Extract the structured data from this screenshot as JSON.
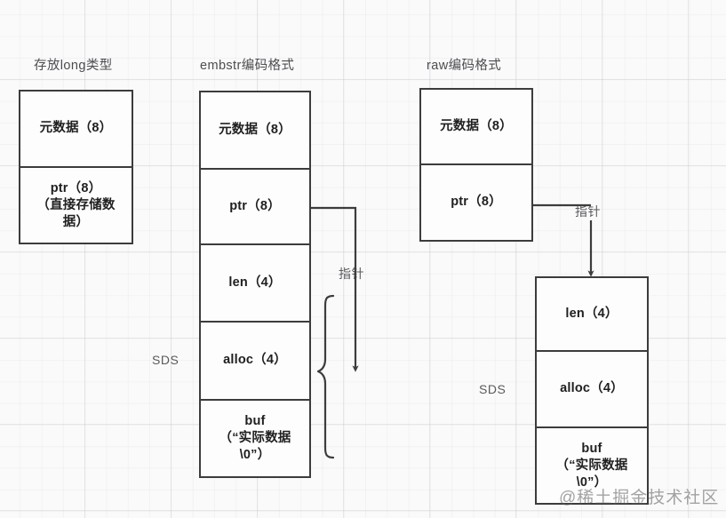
{
  "diagram": {
    "background_color": "#fafafa",
    "line_color": "#3c3c3c",
    "text_color": "#1f1f1f",
    "label_color": "#5a5a5f"
  },
  "columns": [
    {
      "id": "long",
      "title": "存放long类型",
      "boxes": [
        {
          "id": "redis-object",
          "cells": [
            {
              "label": "元数据（8）"
            },
            {
              "label": "ptr（8）",
              "sub": "（直接存储数\n据）"
            }
          ]
        }
      ]
    },
    {
      "id": "embstr",
      "title": "embstr编码格式",
      "pointer_label": "指针",
      "sds_label": "SDS",
      "boxes": [
        {
          "id": "embstr-block",
          "cells": [
            {
              "label": "元数据（8）"
            },
            {
              "label": "ptr（8）"
            },
            {
              "label": "len（4）"
            },
            {
              "label": "alloc（4）"
            },
            {
              "label": "buf",
              "sub": "（“实际数据\n\\0”）"
            }
          ]
        }
      ]
    },
    {
      "id": "raw",
      "title": "raw编码格式",
      "pointer_label": "指针",
      "sds_label": "SDS",
      "boxes": [
        {
          "id": "raw-object",
          "cells": [
            {
              "label": "元数据（8）"
            },
            {
              "label": "ptr（8）"
            }
          ]
        },
        {
          "id": "raw-sds",
          "cells": [
            {
              "label": "len（4）"
            },
            {
              "label": "alloc（4）"
            },
            {
              "label": "buf",
              "sub": "（“实际数据\n\\0”）"
            }
          ]
        }
      ]
    }
  ],
  "watermark": {
    "text": "@稀土掘金技术社区"
  }
}
